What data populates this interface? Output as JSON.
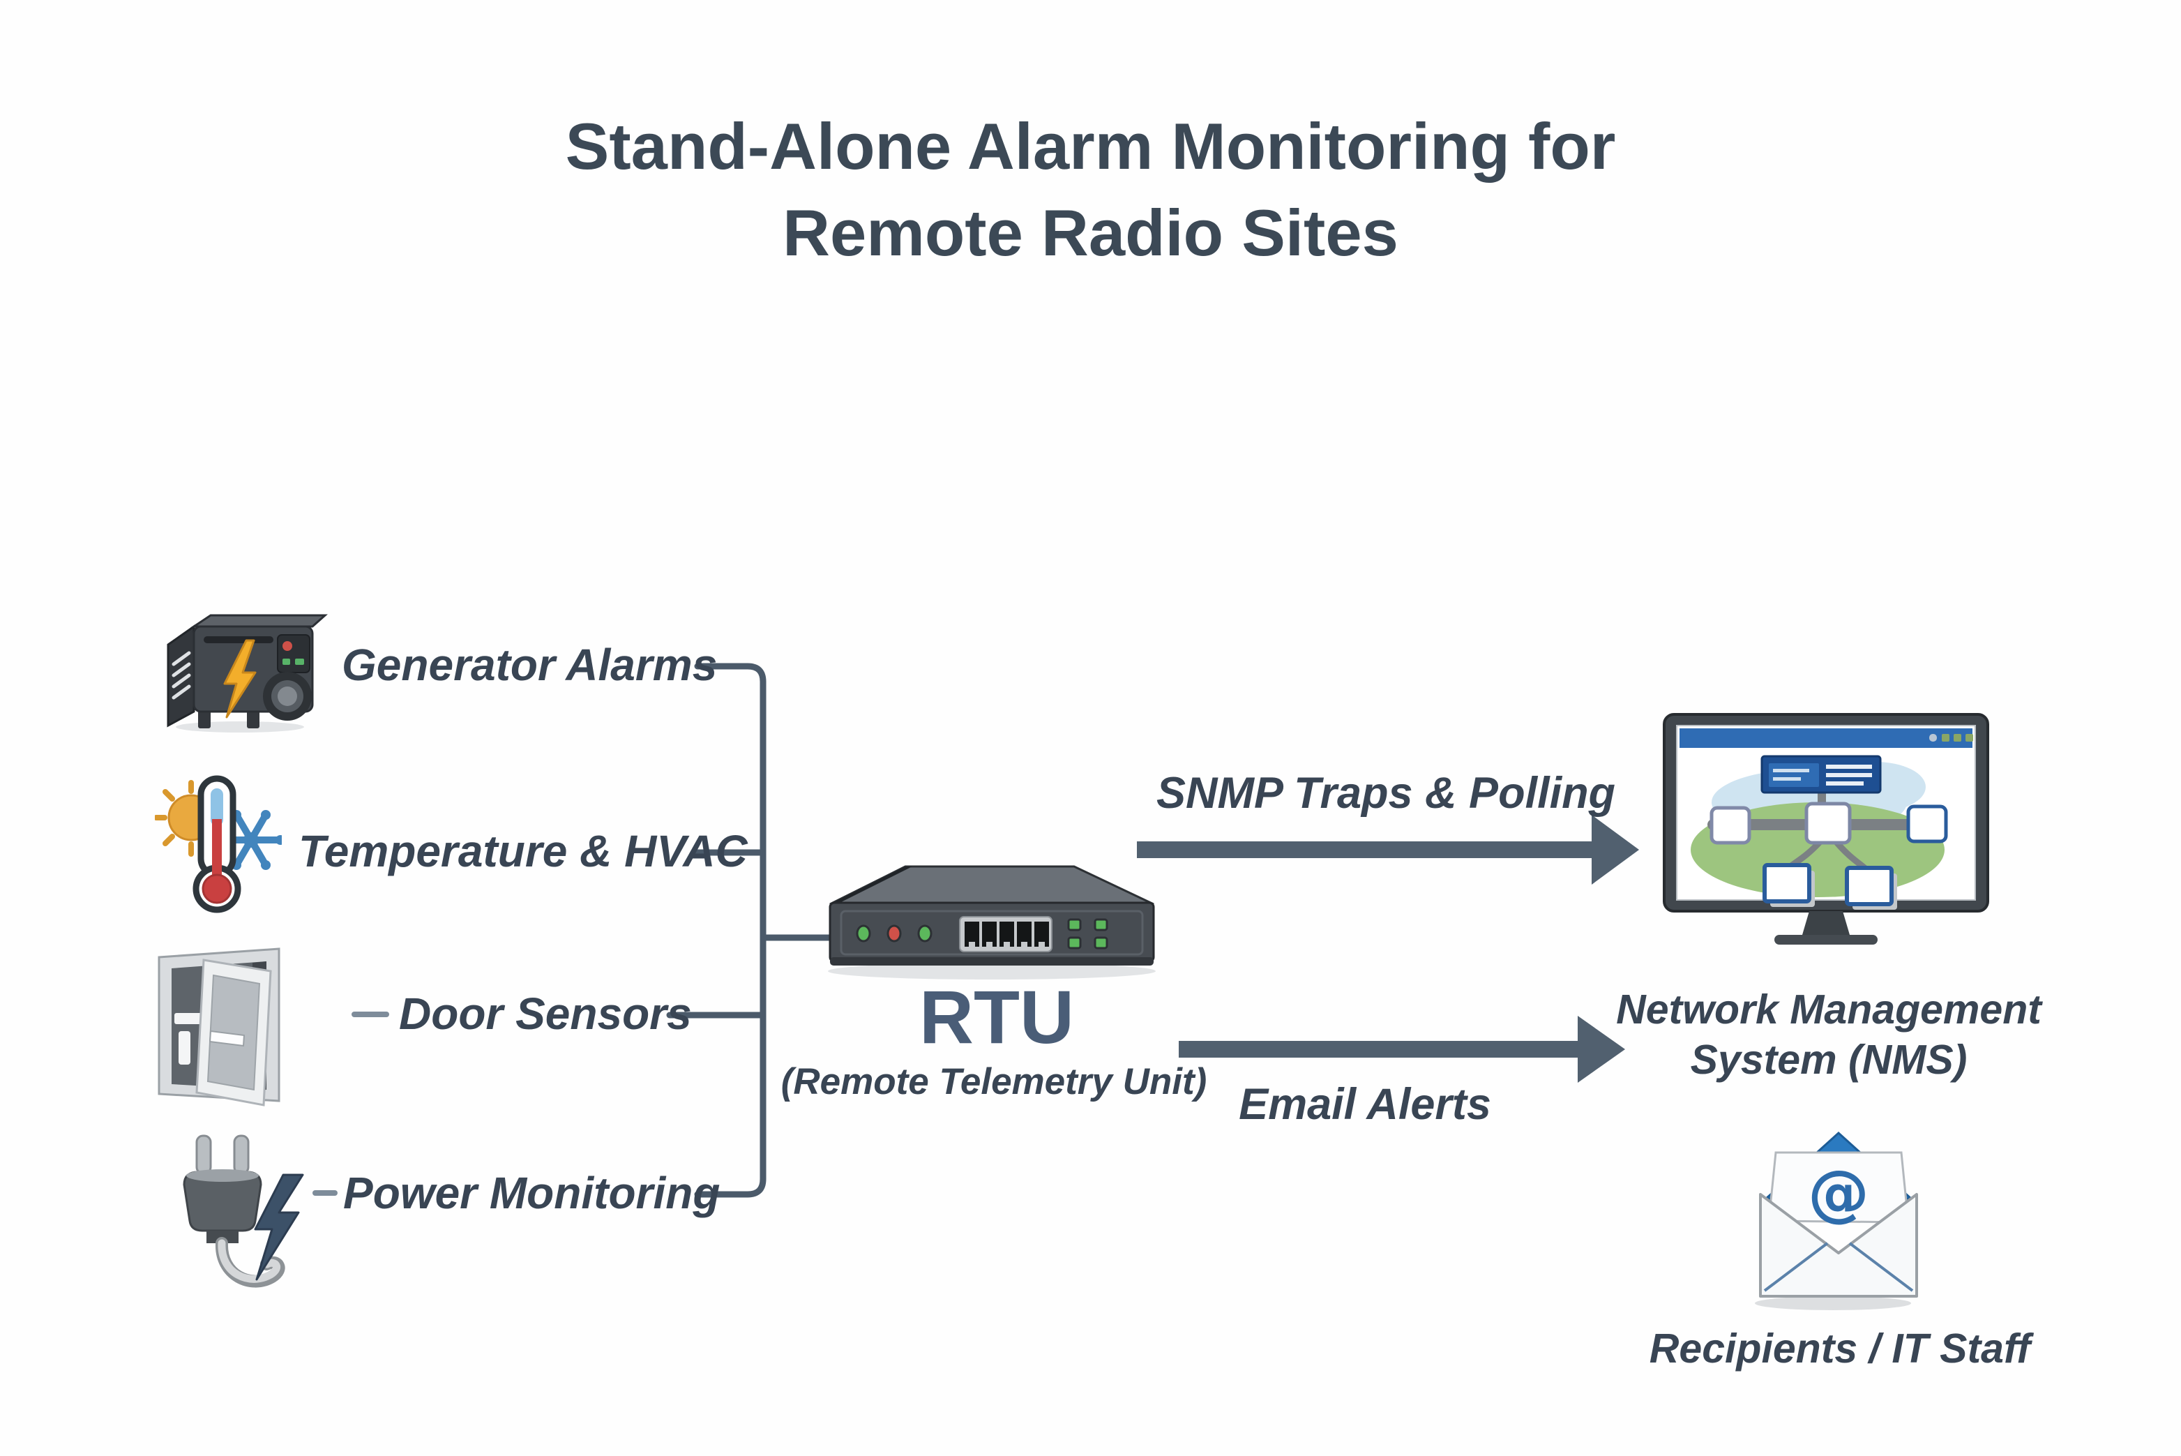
{
  "title": {
    "line1": "Stand-Alone Alarm Monitoring for",
    "line2": "Remote Radio Sites"
  },
  "sensors": [
    {
      "label": "Generator Alarms",
      "icon": "generator-icon"
    },
    {
      "label": "Temperature & HVAC",
      "icon": "temperature-hvac-icon"
    },
    {
      "label": "Door Sensors",
      "icon": "door-icon"
    },
    {
      "label": "Power Monitoring",
      "icon": "power-plug-icon"
    }
  ],
  "rtu": {
    "label": "RTU",
    "sublabel": "(Remote Telemetry Unit)",
    "icon": "rtu-device-icon"
  },
  "flows": {
    "snmp": {
      "label": "SNMP Traps & Polling",
      "from": "RTU",
      "to": "Network Management System (NMS)"
    },
    "email": {
      "label": "Email Alerts",
      "from": "RTU",
      "to": "Recipients / IT Staff"
    }
  },
  "nms": {
    "line1": "Network Management",
    "line2": "System (NMS)",
    "icon": "nms-monitor-icon"
  },
  "recipients": {
    "label": "Recipients / IT Staff",
    "icon": "email-envelope-icon",
    "at_symbol": "@"
  },
  "connections": [
    {
      "from": "Generator Alarms",
      "to": "RTU"
    },
    {
      "from": "Temperature & HVAC",
      "to": "RTU"
    },
    {
      "from": "Door Sensors",
      "to": "RTU"
    },
    {
      "from": "Power Monitoring",
      "to": "RTU"
    },
    {
      "from": "RTU",
      "to": "Network Management System (NMS)",
      "via": "SNMP Traps & Polling"
    },
    {
      "from": "RTU",
      "to": "Recipients / IT Staff",
      "via": "Email Alerts"
    }
  ],
  "colors": {
    "background": "#fefefe",
    "title_text": "#3c4956",
    "label_text": "#394554",
    "rtu_text": "#4a5d77",
    "connector_line": "#4b5a6a",
    "arrow_fill": "#51606f",
    "dash": "#7e8c9a",
    "bolt_yellow": "#f3ae2b",
    "bolt_blue": "#3c5168",
    "led_green": "#5cb85c",
    "led_red": "#cf5149",
    "screen_blue": "#2f6cb4",
    "envelope_blue": "#2b7ac0",
    "at_blue": "#2e6cab"
  }
}
